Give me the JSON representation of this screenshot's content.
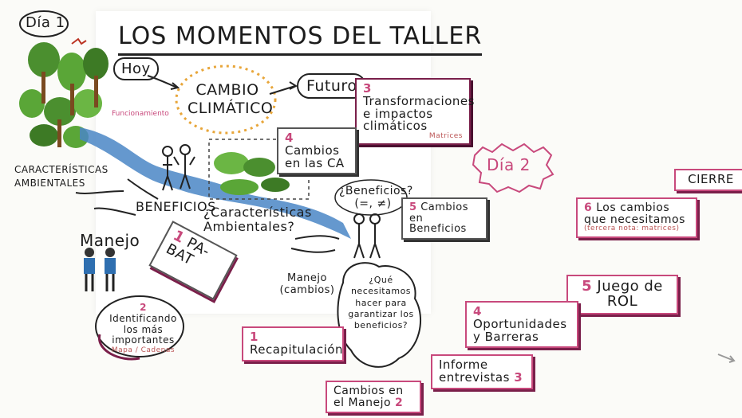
{
  "title": "LOS MOMENTOS DEL TALLER",
  "day1_label": "Día 1",
  "day2_label": "Día 2",
  "hoy": "Hoy",
  "cambio_climatico": "CAMBIO CLIMÁTICO",
  "futuro": "Futuro",
  "funcionamiento": "Funcionamiento",
  "transformaciones": {
    "number": "3",
    "text": "Transformaciones e impactos climáticos",
    "note": "Matrices"
  },
  "cambios_ca": {
    "number": "4",
    "text": "Cambios en las CA"
  },
  "caracteristicas_ambientales": "CARACTERÍSTICAS AMBIENTALES",
  "beneficios": "BENEFICIOS",
  "caracteristicas_question": "¿Características Ambientales?",
  "beneficios_question": "¿Beneficios? (=, ≠)",
  "cambios_beneficios": {
    "number": "5",
    "text": "Cambios en Beneficios"
  },
  "manejo": "Manejo",
  "pabat": {
    "number": "1",
    "text": "PA-BAT"
  },
  "identificando": {
    "number": "2",
    "text": "Identificando los más importantes",
    "note": "Mapa / Cadenas"
  },
  "manejo_cambios": "Manejo (cambios)",
  "que_necesitamos": "¿Qué necesitamos hacer para garantizar los beneficios?",
  "cierre": "CIERRE",
  "los_cambios": {
    "number": "6",
    "text": "Los cambios que necesitamos",
    "note": "(tercera nota: matrices)"
  },
  "juego_rol": {
    "number": "5",
    "text": "Juego de ROL"
  },
  "oportunidades": {
    "number": "4",
    "text": "Oportunidades y Barreras"
  },
  "recapitulacion": {
    "number": "1",
    "text": "Recapitulación"
  },
  "informe": {
    "number": "3",
    "text": "Informe entrevistas"
  },
  "cambios_manejo": {
    "number": "2",
    "text": "Cambios en el Manejo"
  },
  "colors": {
    "accent": "#c8497c",
    "shadow": "#7a1f4a",
    "river": "#4a86c5",
    "tree": "#4b8f2f",
    "sun": "#e8a63a"
  }
}
